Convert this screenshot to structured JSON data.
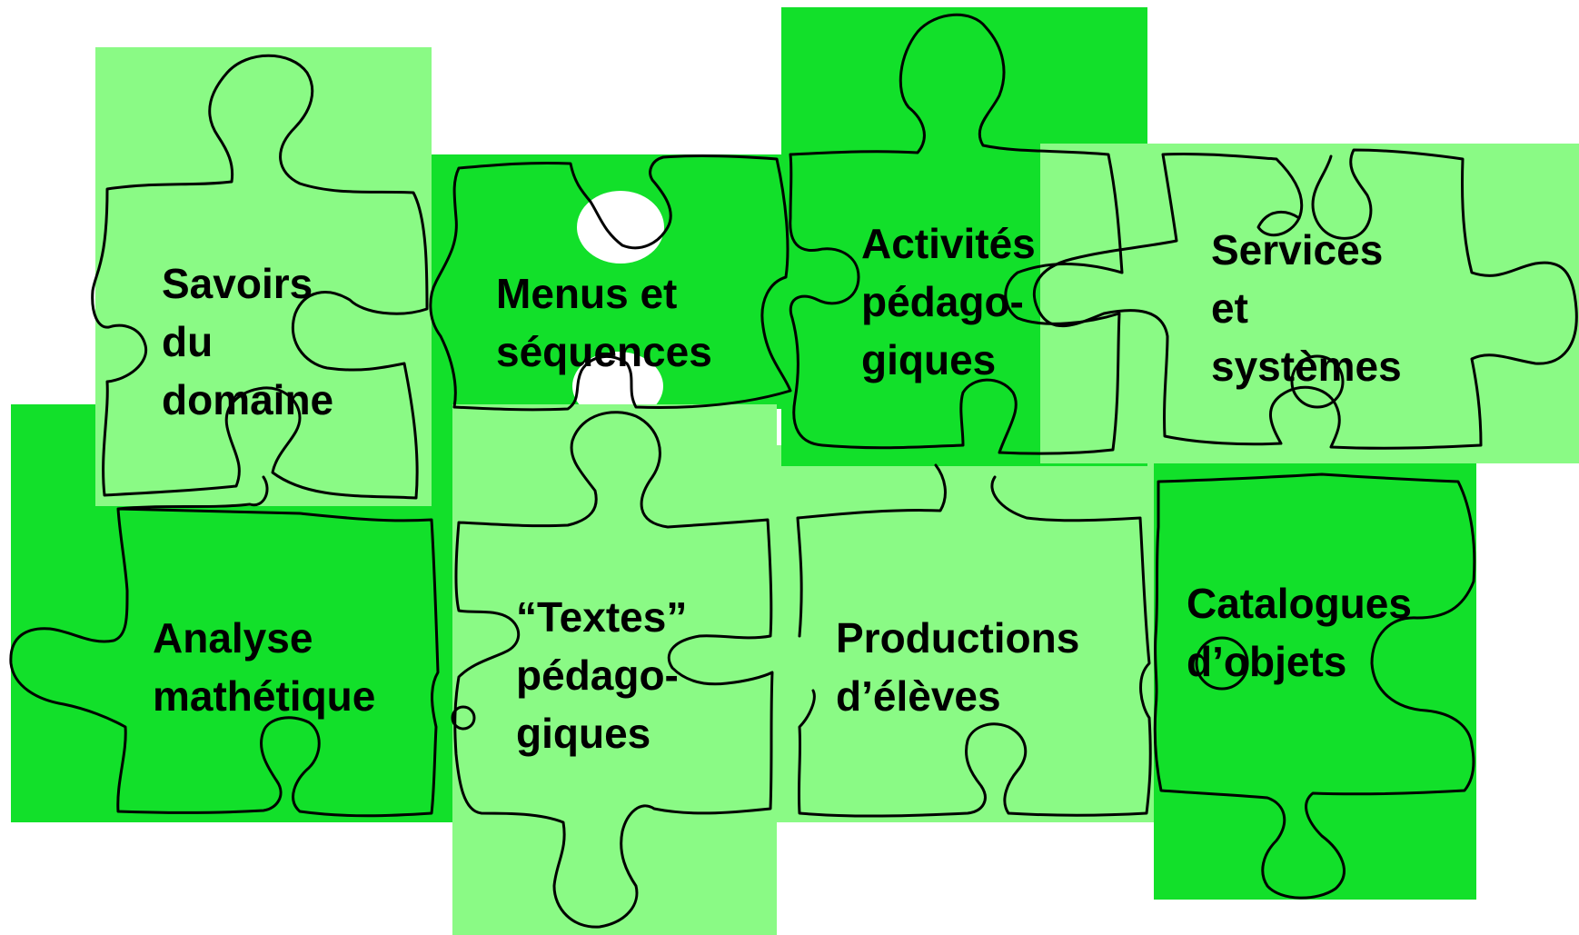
{
  "colors": {
    "dark_green": "#12e02a",
    "light_green": "#8afa85",
    "outline": "#000000"
  },
  "pieces": {
    "savoirs": {
      "line1": "Savoirs",
      "line2": "du",
      "line3": "domaine"
    },
    "menus": {
      "line1": "Menus et",
      "line2": "séquences"
    },
    "activites": {
      "line1": "Activités",
      "line2": "pédago-",
      "line3": "giques"
    },
    "services": {
      "line1": "Services",
      "line2": "et",
      "line3": "systèmes"
    },
    "analyse": {
      "line1": "Analyse",
      "line2": "mathétique"
    },
    "textes": {
      "line1": "“Textes”",
      "line2": "pédago-",
      "line3": "giques"
    },
    "productions": {
      "line1": "Productions",
      "line2": "d’élèves"
    },
    "catalogues": {
      "line1": "Catalogues",
      "line2": "d’objets"
    }
  }
}
